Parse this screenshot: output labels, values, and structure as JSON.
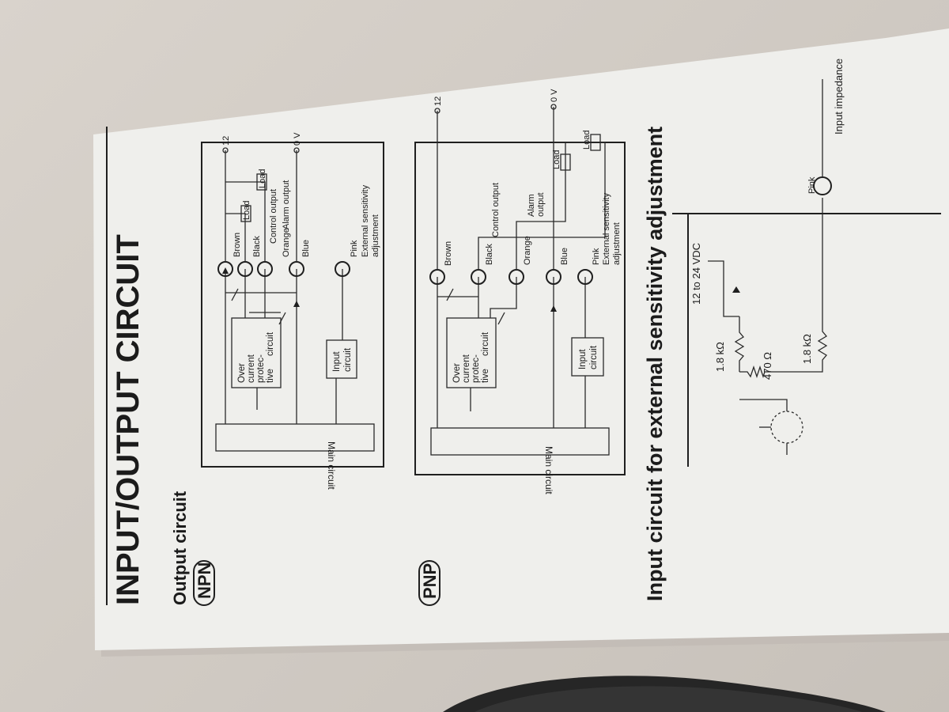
{
  "document": {
    "title": "INPUT/OUTPUT CIRCUIT",
    "output_heading": "Output circuit",
    "npn": {
      "badge": "NPN",
      "main_circuit": "Main circuit",
      "overcurrent_block": [
        "Over",
        "current",
        "protec-",
        "tive",
        "circuit"
      ],
      "input_block": [
        "Input",
        "circuit"
      ],
      "wires": {
        "brown": "Brown",
        "black": "Black",
        "control_output": "Control output",
        "orange": "Orange",
        "alarm_output": "Alarm output",
        "blue": "Blue",
        "pink": "Pink",
        "ext_adj_1": "External sensitivity",
        "ext_adj_2": "adjustment"
      },
      "load_1": "Load",
      "load_2": "Load",
      "v_plus": "12",
      "v_zero": "0 V"
    },
    "pnp": {
      "badge": "PNP",
      "main_circuit": "Main circuit",
      "overcurrent_block": [
        "Over",
        "current",
        "protec-",
        "tive",
        "circuit"
      ],
      "input_block": [
        "Input",
        "circuit"
      ],
      "wires": {
        "brown": "Brown",
        "black": "Black",
        "control_output": "Control output",
        "orange": "Orange",
        "alarm_output_1": "Alarm",
        "alarm_output_2": "output",
        "blue": "Blue",
        "pink": "Pink",
        "ext_adj_1": "External sensitivity",
        "ext_adj_2": "adjustment"
      },
      "load_1": "Load",
      "load_2": "Load",
      "v_plus": "12",
      "v_zero": "0 V"
    },
    "input_heading": "Input circuit for external sensitivity adjustment",
    "input": {
      "supply": "12 to 24 VDC",
      "r1": "1.8 kΩ",
      "r2": "470 Ω",
      "r3": "1.8 kΩ",
      "pink": "Pink",
      "impedance": "Input impedance"
    }
  }
}
